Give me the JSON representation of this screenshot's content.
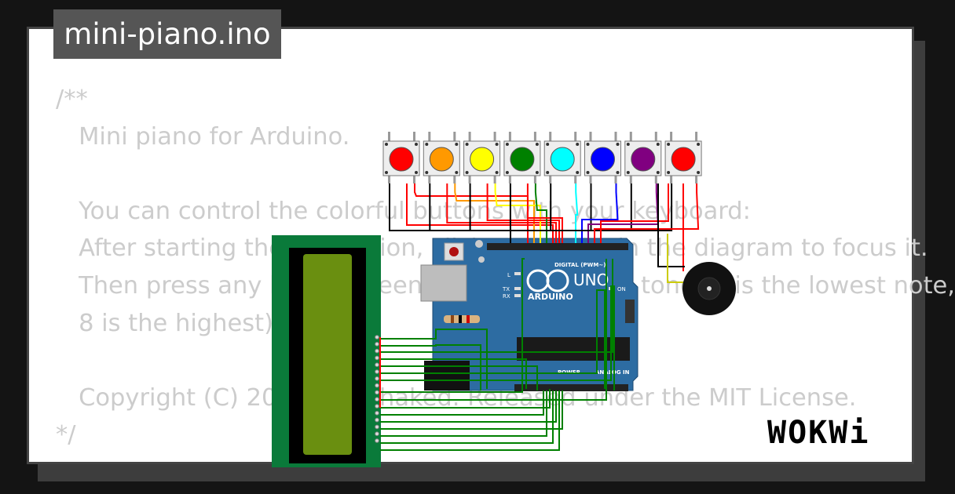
{
  "project": {
    "filename": "mini-piano.ino"
  },
  "code_lines": [
    "/**",
    "   Mini piano for Arduino.",
    "",
    "   You can control the colorful buttons with your keyboard:",
    "   After starting the simulation, click anywhere in the diagram to focus it.",
    "   Then press any key between 1 and 8 to play a tone (1 is the lowest note,",
    "   8 is the highest).",
    "",
    "   Copyright (C) 2021, Uri Shaked. Released under the MIT License.",
    "*/"
  ],
  "board": {
    "name": "UNO",
    "brand": "ARDUINO",
    "digital_label": "DIGITAL (PWM~)",
    "power_label": "POWER",
    "analog_label": "ANALOG IN",
    "on_label": "ON",
    "tx_label": "TX",
    "rx_label": "RX",
    "l_label": "L"
  },
  "buttons": {
    "colors": [
      "#ff0000",
      "#ff9900",
      "#ffff00",
      "#008000",
      "#00ffff",
      "#0000ff",
      "#800080",
      "#ff0000"
    ]
  },
  "colors": {
    "wire_black": "#000000",
    "wire_red": "#ff0000",
    "wire_green": "#008000",
    "board_blue": "#2d6ca2",
    "lcd_pcb": "#0a7a3a",
    "lcd_screen": "#6a8f10",
    "background": "#141414"
  },
  "brand": {
    "logo": "WOKWi"
  }
}
